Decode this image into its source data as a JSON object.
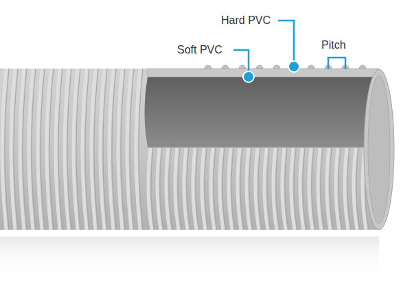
{
  "diagram": {
    "labels": [
      "Soft PVC",
      "Hard PVC",
      "Pitch"
    ]
  }
}
